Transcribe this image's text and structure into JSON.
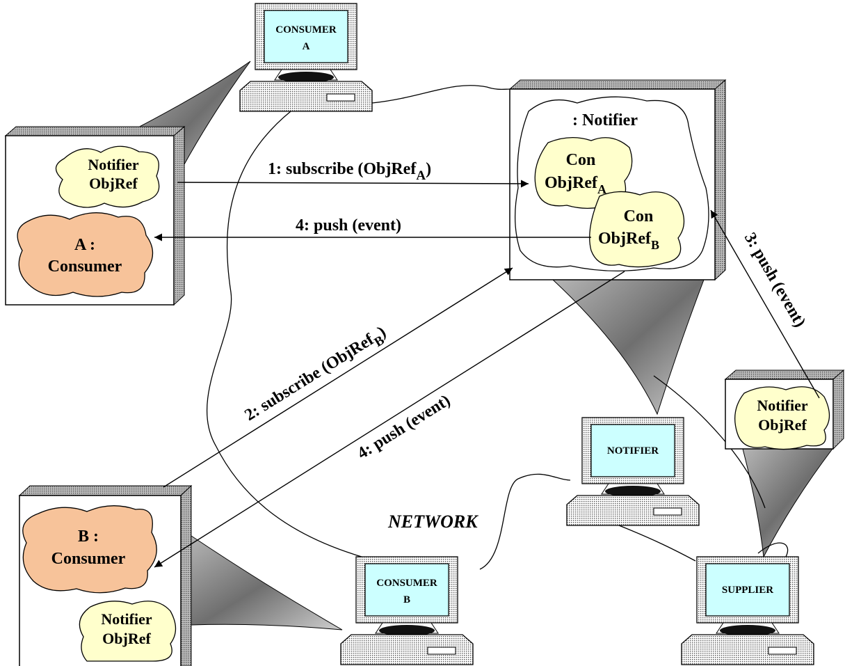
{
  "computers": {
    "consumer_a": [
      "CONSUMER",
      "A"
    ],
    "consumer_b": [
      "CONSUMER",
      "B"
    ],
    "notifier": "NOTIFIER",
    "supplier": "SUPPLIER"
  },
  "node_a": {
    "ref_lines": [
      "Notifier",
      "ObjRef"
    ],
    "obj_lines": [
      "A :",
      "Consumer"
    ]
  },
  "node_b": {
    "obj_lines": [
      "B :",
      "Consumer"
    ],
    "ref_lines": [
      "Notifier",
      "ObjRef"
    ]
  },
  "notifier_node": {
    "title": ": Notifier",
    "con_a": [
      "Con",
      "ObjRef",
      "A"
    ],
    "con_b": [
      "Con",
      "ObjRef",
      "B"
    ]
  },
  "supplier_node": {
    "ref_lines": [
      "Notifier",
      "ObjRef"
    ]
  },
  "messages": {
    "m1": [
      "1: subscribe (ObjRef",
      "A",
      ")"
    ],
    "m2": [
      "2: subscribe (ObjRef",
      "B",
      ")"
    ],
    "m3": "3: push (event)",
    "m4a": "4: push (event)",
    "m4b": "4: push (event)"
  },
  "network_label": "NETWORK",
  "colors": {
    "cloud_yellow": "#ffffcc",
    "cloud_orange": "#f7c39a",
    "screen_cyan": "#ccffff",
    "shadow_grey": "#8c8c8c",
    "frame_grey": "#9a9a9a"
  }
}
